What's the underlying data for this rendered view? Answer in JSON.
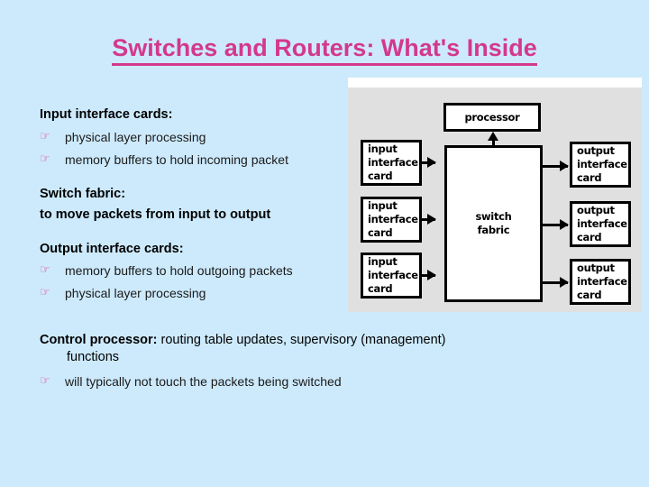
{
  "slide": {
    "title": "Switches and Routers: What's Inside",
    "title_color": "#d4388d",
    "background_color": "#cdeafc"
  },
  "bullet_glyph": "☞",
  "sections": [
    {
      "heading": "Input interface cards:",
      "bullets": [
        "physical layer processing",
        "memory buffers to hold incoming packet"
      ]
    },
    {
      "heading": "Switch fabric:",
      "subline": "to move packets from input to output",
      "bullets": []
    },
    {
      "heading": "Output interface cards:",
      "bullets": [
        "memory buffers to hold outgoing packets",
        "physical layer processing"
      ]
    }
  ],
  "control": {
    "lead": "Control processor:",
    "rest": " routing table updates, supervisory (management)",
    "indent_line": "functions",
    "bullet": "will typically not touch the packets being switched"
  },
  "diagram": {
    "panel_background": "#e0e0e0",
    "processor_label": "processor",
    "switch_fabric_label_line1": "switch",
    "switch_fabric_label_line2": "fabric",
    "input_cards": [
      {
        "l1": "input",
        "l2": "interface",
        "l3": "card"
      },
      {
        "l1": "input",
        "l2": "interface",
        "l3": "card"
      },
      {
        "l1": "input",
        "l2": "interface",
        "l3": "card"
      }
    ],
    "output_cards": [
      {
        "l1": "output",
        "l2": "interface",
        "l3": "card"
      },
      {
        "l1": "output",
        "l2": "interface",
        "l3": "card"
      },
      {
        "l1": "output",
        "l2": "interface",
        "l3": "card"
      }
    ]
  }
}
